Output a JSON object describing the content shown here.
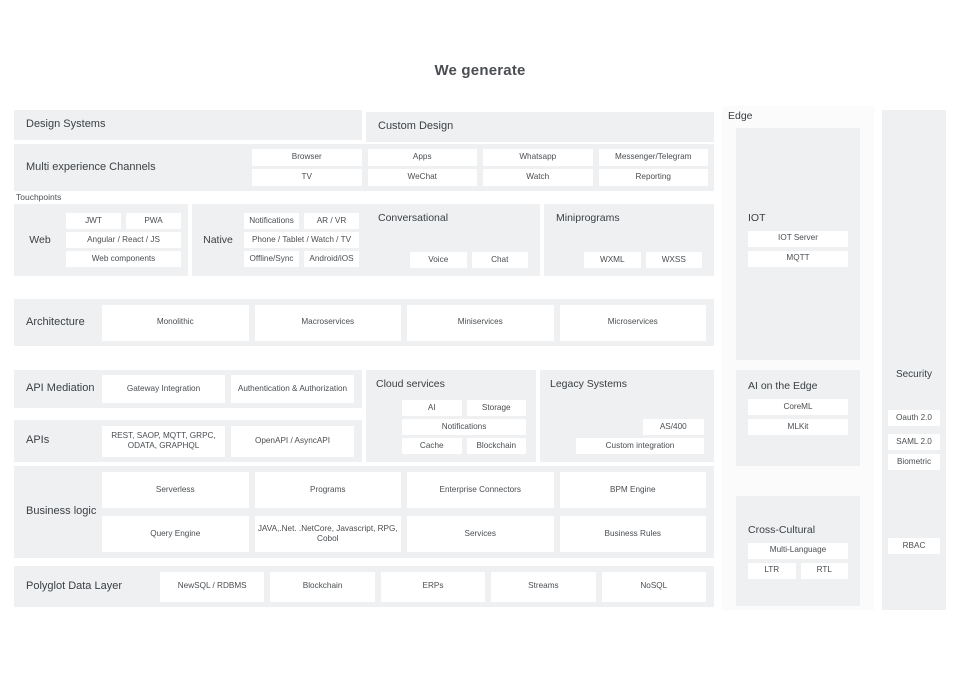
{
  "title": "We generate",
  "colors": {
    "panel": "#eef0f2",
    "chip": "#ffffff",
    "text": "#3c4043",
    "page_bg": "#ffffff"
  },
  "rows": {
    "design_systems": {
      "label": "Design Systems"
    },
    "custom_design": {
      "label": "Custom Design"
    },
    "multi_experience_channels": {
      "label": "Multi experience Channels",
      "chips": [
        "Browser",
        "Apps",
        "Whatsapp",
        "Messenger/Telegram",
        "TV",
        "WeChat",
        "Watch",
        "Reporting"
      ]
    },
    "touchpoints": {
      "label": "Touchpoints",
      "groups": [
        {
          "name": "Web",
          "chips": [
            "JWT",
            "PWA",
            "Angular / React / JS",
            "Web components"
          ]
        },
        {
          "name": "Native",
          "chips": [
            "Notifications",
            "AR / VR",
            "Phone / Tablet / Watch / TV",
            "Offline/Sync",
            "Android/iOS"
          ]
        },
        {
          "name": "Conversational",
          "chips": [
            "Voice",
            "Chat"
          ]
        },
        {
          "name": "Miniprograms",
          "chips": [
            "WXML",
            "WXSS"
          ]
        }
      ]
    },
    "architecture": {
      "label": "Architecture",
      "chips": [
        "Monolithic",
        "Macroservices",
        "Miniservices",
        "Microservices"
      ]
    },
    "api_mediation": {
      "label": "API Mediation",
      "chips": [
        "Gateway Integration",
        "Authentication & Authorization"
      ]
    },
    "apis": {
      "label": "APIs",
      "chips": [
        "REST, SAOP, MQTT, GRPC, ODATA, GRAPHQL",
        "OpenAPI / AsyncAPI"
      ]
    },
    "cloud_services": {
      "label": "Cloud services",
      "chips": [
        "AI",
        "Storage",
        "Notifications",
        "Cache",
        "Blockchain"
      ]
    },
    "legacy_systems": {
      "label": "Legacy Systems",
      "chips": [
        "AS/400",
        "Custom integration"
      ]
    },
    "business_logic": {
      "label": "Business logic",
      "chips": [
        "Serverless",
        "Programs",
        "Enterprise Connectors",
        "BPM Engine",
        "Query Engine",
        "JAVA,.Net. .NetCore, Javascript, RPG, Cobol",
        "Services",
        "Business Rules"
      ]
    },
    "polyglot_data_layer": {
      "label": "Polyglot Data Layer",
      "chips": [
        "NewSQL / RDBMS",
        "Blockchain",
        "ERPs",
        "Streams",
        "NoSQL"
      ]
    }
  },
  "edge": {
    "title": "Edge",
    "groups": [
      {
        "name": "IOT",
        "chips": [
          "IOT Server",
          "MQTT"
        ]
      },
      {
        "name": "AI on the Edge",
        "chips": [
          "CoreML",
          "MLKit"
        ]
      },
      {
        "name": "Cross-Cultural",
        "chips": [
          "Multi-Language",
          "LTR",
          "RTL"
        ]
      }
    ]
  },
  "security": {
    "title": "Security",
    "chips": [
      "Oauth 2.0",
      "SAML 2.0",
      "Biometric",
      "RBAC"
    ]
  }
}
